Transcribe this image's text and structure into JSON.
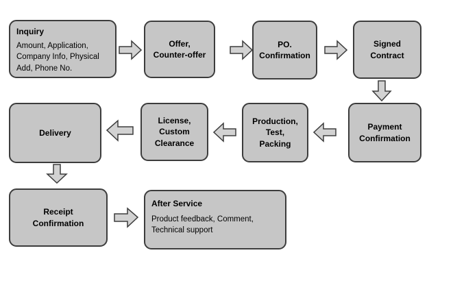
{
  "theme": {
    "bg": "#ffffff",
    "box_fill": "#c6c6c6",
    "box_border": "#3c3c3c",
    "arrow_fill": "#d2d2d2",
    "arrow_border": "#3c3c3c",
    "text_color": "#000000"
  },
  "flowchart": {
    "inquiry": {
      "title": "Inquiry",
      "body": "Amount, Application,\nCompany Info, Physical\nAdd, Phone No."
    },
    "offer": {
      "label": "Offer,\nCounter-offer"
    },
    "po_confirmation": {
      "label": "PO.\nConfirmation"
    },
    "signed_contract": {
      "label": "Signed\nContract"
    },
    "payment_confirmation": {
      "label": "Payment\nConfirmation"
    },
    "production": {
      "label": "Production,\nTest,\nPacking"
    },
    "license": {
      "label": "License,\nCustom\nClearance"
    },
    "delivery": {
      "label": "Delivery"
    },
    "receipt_confirmation": {
      "label": "Receipt\nConfirmation"
    },
    "after_service": {
      "title": "After Service",
      "body": "Product feedback, Comment,\nTechnical support"
    }
  },
  "connectors": [
    {
      "name": "arrow-inquiry-to-offer",
      "direction": "right"
    },
    {
      "name": "arrow-offer-to-po",
      "direction": "right"
    },
    {
      "name": "arrow-po-to-signed-contract",
      "direction": "right"
    },
    {
      "name": "arrow-signed-contract-to-payment",
      "direction": "down"
    },
    {
      "name": "arrow-payment-to-production",
      "direction": "left"
    },
    {
      "name": "arrow-production-to-license",
      "direction": "left"
    },
    {
      "name": "arrow-license-to-delivery",
      "direction": "left"
    },
    {
      "name": "arrow-delivery-to-receipt",
      "direction": "down"
    },
    {
      "name": "arrow-receipt-to-after-service",
      "direction": "right"
    }
  ]
}
